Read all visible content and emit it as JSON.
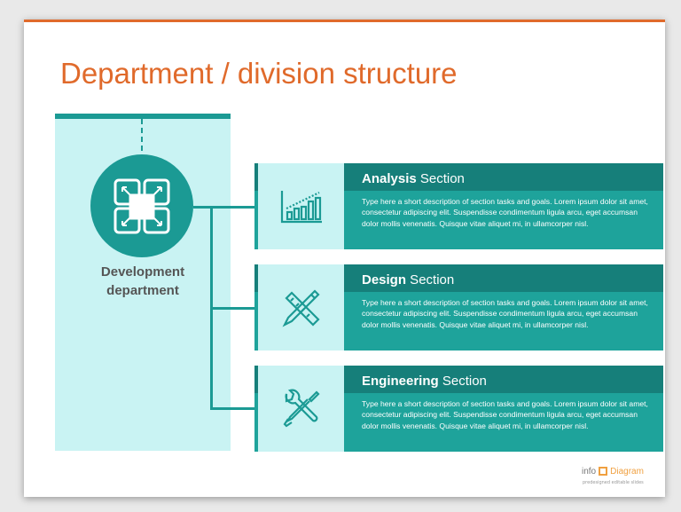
{
  "title": "Department / division structure",
  "department": {
    "line1": "Development",
    "line2": "department",
    "icon": "expand-arrows-squares-icon"
  },
  "sections": [
    {
      "title_bold": "Analysis",
      "title_rest": " Section",
      "icon": "bar-chart-trend-icon",
      "text": "Type here a short description of section tasks and goals. Lorem ipsum dolor sit amet, consectetur adipiscing elit. Suspendisse condimentum ligula arcu, eget accumsan dolor mollis venenatis. Quisque vitae aliquet mi, in ullamcorper nisl."
    },
    {
      "title_bold": "Design",
      "title_rest": " Section",
      "icon": "pencil-ruler-icon",
      "text": "Type here a short description of section tasks and goals. Lorem ipsum dolor sit amet, consectetur adipiscing elit. Suspendisse condimentum ligula arcu, eget accumsan dolor mollis venenatis. Quisque vitae aliquet mi, in ullamcorper nisl."
    },
    {
      "title_bold": "Engineering",
      "title_rest": " Section",
      "icon": "wrench-screwdriver-icon",
      "text": "Type here a short description of section tasks and goals. Lorem ipsum dolor sit amet, consectetur adipiscing elit. Suspendisse condimentum ligula arcu, eget accumsan dolor mollis venenatis. Quisque vitae aliquet mi, in ullamcorper nisl."
    }
  ],
  "logo": {
    "info": "info",
    "diagram": "Diagram",
    "tagline": "predesigned editable slides"
  },
  "colors": {
    "accent": "#e06a2b",
    "teal": "#1b9a94",
    "teal_dark": "#167f7a",
    "light": "#c9f3f3"
  }
}
